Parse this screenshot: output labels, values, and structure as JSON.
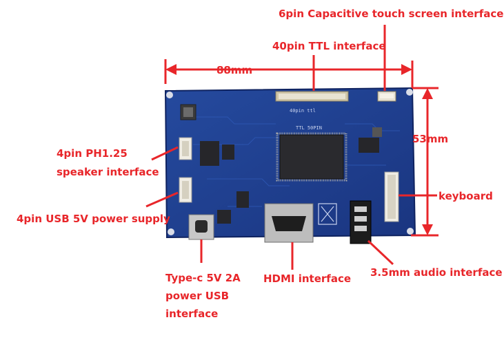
{
  "labels": {
    "touch": "6pin Capacitive touch screen interface",
    "ttl": "40pin TTL interface",
    "width": "88mm",
    "height": "53mm",
    "speaker_1": "4pin PH1.25",
    "speaker_2": "speaker interface",
    "usb_power": "4pin USB 5V power supply",
    "keyboard": "keyboard",
    "typec_1": "Type-c 5V 2A",
    "typec_2": "power USB",
    "typec_3": "interface",
    "hdmi": "HDMI interface",
    "audio": "3.5mm audio interface"
  },
  "silkscreen": {
    "ttl_top": "40pin ttl",
    "ttl_mid": "TTL 50PIN"
  },
  "colors": {
    "annotation": "#e8262a",
    "pcb": "#1d3a8a",
    "pcb_dark": "#132a6b",
    "background": "#ffffff"
  }
}
